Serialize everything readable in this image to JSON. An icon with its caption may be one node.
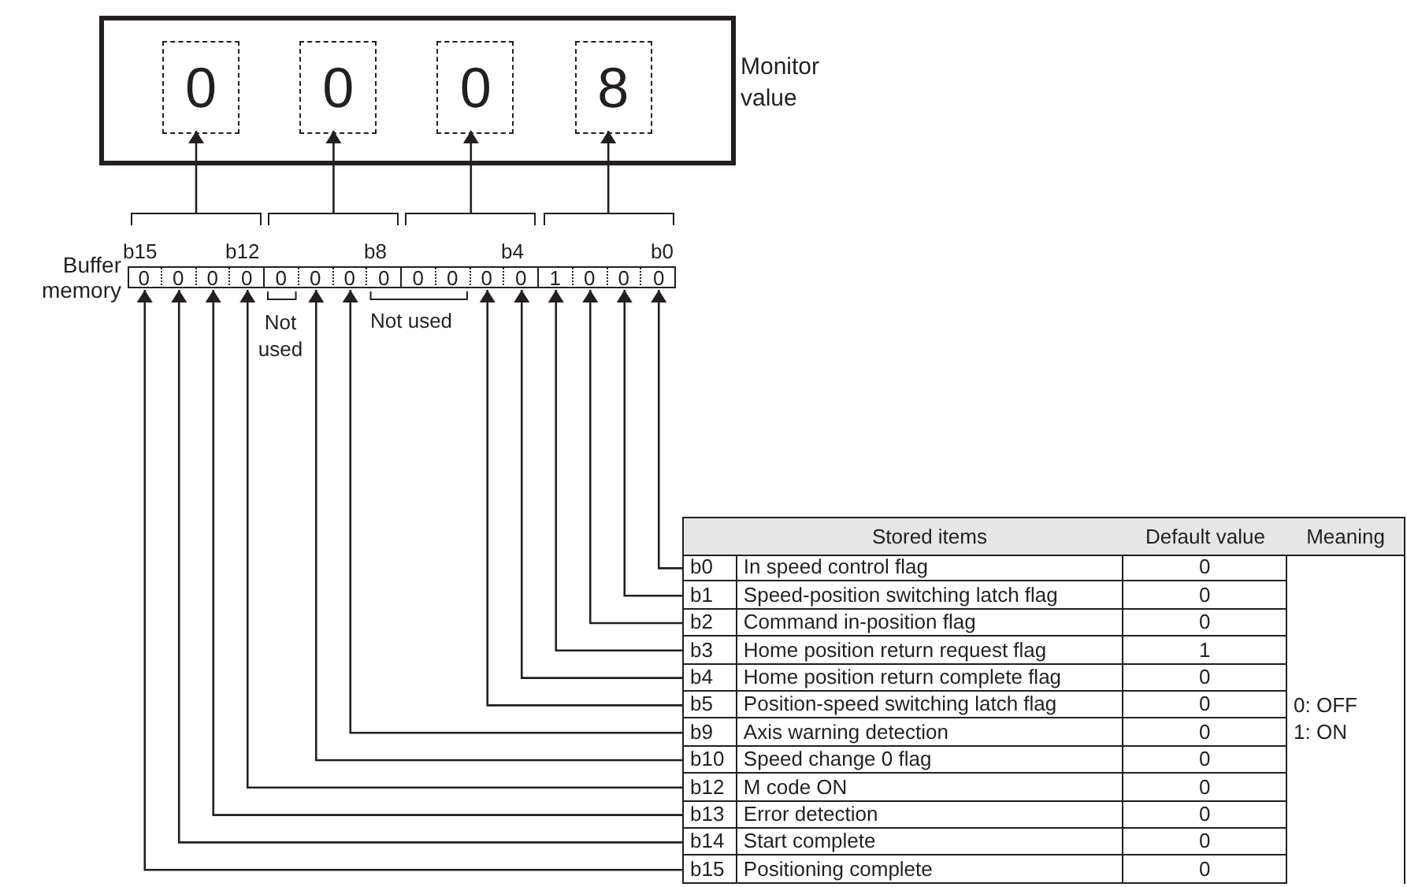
{
  "diagram": {
    "nodes": [
      {
        "text": [
          "Monitor value"
        ]
      },
      {
        "text": [
          "0"
        ],
        "in": 0
      },
      {
        "text": [
          "0"
        ],
        "in": 0
      },
      {
        "text": [
          "0"
        ],
        "in": 0
      },
      {
        "text": [
          "8"
        ],
        "in": 0
      },
      {
        "text": [],
        "shape": "bracket"
      },
      {
        "text": [],
        "shape": "bracket"
      },
      {
        "text": [],
        "shape": "bracket"
      },
      {
        "text": [],
        "shape": "bracket"
      },
      {
        "text": [
          "Buffer memory"
        ]
      },
      {
        "text": [
          "0"
        ],
        "in": 9
      },
      {
        "text": [
          "0"
        ],
        "in": 9
      },
      {
        "text": [
          "0"
        ],
        "in": 9
      },
      {
        "text": [
          "0"
        ],
        "in": 9
      },
      {
        "text": [
          "0"
        ],
        "in": 9
      },
      {
        "text": [
          "0"
        ],
        "in": 9
      },
      {
        "text": [
          "0"
        ],
        "in": 9
      },
      {
        "text": [
          "0"
        ],
        "in": 9
      },
      {
        "text": [
          "0"
        ],
        "in": 9
      },
      {
        "text": [
          "0"
        ],
        "in": 9
      },
      {
        "text": [
          "0"
        ],
        "in": 9
      },
      {
        "text": [
          "0"
        ],
        "in": 9
      },
      {
        "text": [
          "1"
        ],
        "in": 9
      },
      {
        "text": [
          "0"
        ],
        "in": 9
      },
      {
        "text": [
          "0"
        ],
        "in": 9
      },
      {
        "text": [
          "0"
        ],
        "in": 9
      },
      {
        "text": [
          "b0",
          "In speed control flag",
          "0"
        ]
      },
      {
        "text": [
          "b1",
          "Speed-position switching latch flag",
          "0"
        ]
      },
      {
        "text": [
          "b2",
          "Command in-position flag",
          "0"
        ]
      },
      {
        "text": [
          "b3",
          "Home position return request flag",
          "1"
        ]
      },
      {
        "text": [
          "b4",
          "Home position return complete flag",
          "0"
        ]
      },
      {
        "text": [
          "b5",
          "Position-speed switching latch flag",
          "0"
        ]
      },
      {
        "text": [
          "b9",
          "Axis warning detection",
          "0"
        ]
      },
      {
        "text": [
          "b10",
          "Speed change 0 flag",
          "0"
        ]
      },
      {
        "text": [
          "b12",
          "M code ON",
          "0"
        ]
      },
      {
        "text": [
          "b13",
          "Error detection",
          "0"
        ]
      },
      {
        "text": [
          "b14",
          "Start complete",
          "0"
        ]
      },
      {
        "text": [
          "b15",
          "Positioning complete",
          "0"
        ]
      }
    ],
    "edges": [
      {
        "from": 5,
        "to": 1,
        "arrow": "to"
      },
      {
        "from": 6,
        "to": 2,
        "arrow": "to"
      },
      {
        "from": 7,
        "to": 3,
        "arrow": "to"
      },
      {
        "from": 8,
        "to": 4,
        "arrow": "to"
      },
      {
        "from": 26,
        "to": 25,
        "arrow": "to"
      },
      {
        "from": 27,
        "to": 24,
        "arrow": "to"
      },
      {
        "from": 28,
        "to": 23,
        "arrow": "to"
      },
      {
        "from": 29,
        "to": 22,
        "arrow": "to"
      },
      {
        "from": 30,
        "to": 21,
        "arrow": "to"
      },
      {
        "from": 31,
        "to": 20,
        "arrow": "to"
      },
      {
        "from": 32,
        "to": 16,
        "arrow": "to"
      },
      {
        "from": 33,
        "to": 15,
        "arrow": "to"
      },
      {
        "from": 34,
        "to": 13,
        "arrow": "to"
      },
      {
        "from": 35,
        "to": 12,
        "arrow": "to"
      },
      {
        "from": 36,
        "to": 11,
        "arrow": "to"
      },
      {
        "from": 37,
        "to": 10,
        "arrow": "to"
      }
    ],
    "labels": [
      "b15",
      "b12",
      "b8",
      "b4",
      "b0",
      "Not used",
      "Not used",
      "Stored items",
      "Default value",
      "Meaning",
      "0: OFF",
      "1: ON"
    ]
  }
}
